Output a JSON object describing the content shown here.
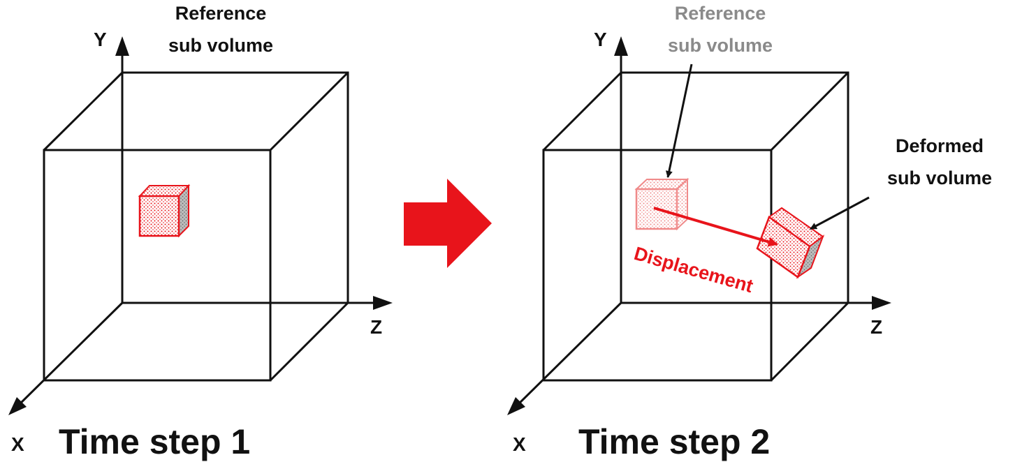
{
  "panel1": {
    "axis_y": "Y",
    "axis_z": "Z",
    "axis_x": "X",
    "ref_label_line1": "Reference",
    "ref_label_line2": "sub volume",
    "caption": "Time step 1"
  },
  "panel2": {
    "axis_y": "Y",
    "axis_z": "Z",
    "axis_x": "X",
    "ref_label_line1": "Reference",
    "ref_label_line2": "sub volume",
    "deformed_label_line1": "Deformed",
    "deformed_label_line2": "sub volume",
    "displacement_label": "Displacement",
    "caption": "Time step 2"
  },
  "colors": {
    "frame": "#111111",
    "accent": "#e8141b",
    "faded_label": "#8a8a8a",
    "faded_cube": "#f08a8a"
  }
}
